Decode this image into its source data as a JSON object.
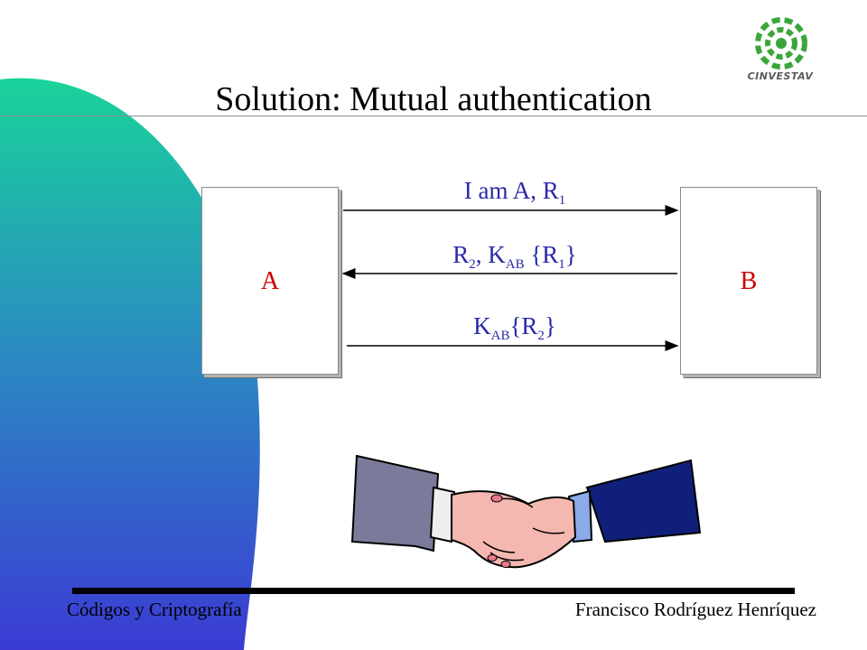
{
  "slide": {
    "title": "Solution: Mutual authentication"
  },
  "logo": {
    "text": "CINVESTAV",
    "icon": "cinvestav-emblem-icon"
  },
  "diagram": {
    "party_a": "A",
    "party_b": "B",
    "message_1": {
      "main": "I am A, R",
      "sub": "1"
    },
    "message_2": {
      "r": "R",
      "r_sub": "2",
      "comma_k": ", K",
      "k_sub": "AB",
      "brace_open": " {R",
      "inner_sub": "1",
      "brace_close": "}"
    },
    "message_3": {
      "k": "K",
      "k_sub": "AB",
      "brace_open": "{R",
      "inner_sub": "2",
      "brace_close": "}"
    }
  },
  "footer": {
    "left": "Códigos y Criptografía",
    "right": "Francisco Rodríguez Henríquez"
  },
  "colors": {
    "message_text": "#2a2aa8",
    "party_label": "#cc0000",
    "gradient_top": "#19d39a",
    "gradient_bottom": "#3b3bd4"
  }
}
